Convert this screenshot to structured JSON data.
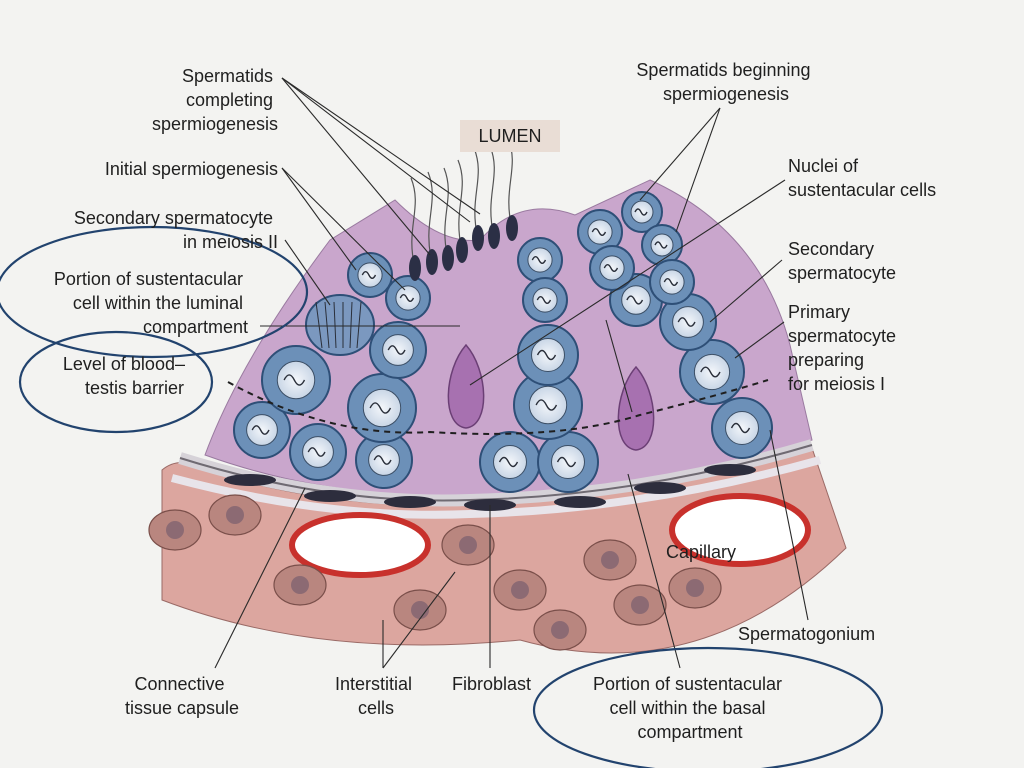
{
  "diagram": {
    "labels": {
      "lumen": "LUMEN",
      "spermatids_completing": [
        "Spermatids",
        "completing",
        "spermiogenesis"
      ],
      "spermatids_beginning": [
        "Spermatids beginning",
        "spermiogenesis"
      ],
      "initial_spermiogenesis": "Initial spermiogenesis",
      "nuclei_sustentacular": [
        "Nuclei of",
        "sustentacular cells"
      ],
      "secondary_spermatocyte_meiosis": [
        "Secondary spermatocyte",
        "in meiosis II"
      ],
      "secondary_spermatocyte": [
        "Secondary",
        "spermatocyte"
      ],
      "portion_luminal": [
        "Portion of sustentacular",
        "cell within the luminal",
        "compartment"
      ],
      "primary_spermatocyte": [
        "Primary",
        "spermatocyte",
        "preparing",
        "for meiosis I"
      ],
      "blood_testis_barrier": [
        "Level of blood–",
        "testis barrier"
      ],
      "capillary": "Capillary",
      "spermatogonium": "Spermatogonium",
      "connective_tissue": [
        "Connective",
        "tissue capsule"
      ],
      "interstitial_cells": [
        "Interstitial",
        "cells"
      ],
      "fibroblast": "Fibroblast",
      "portion_basal": [
        "Portion of sustentacular",
        "cell within the basal",
        "compartment"
      ]
    },
    "colors": {
      "background": "#f3f3f1",
      "tubule": "#c9a6cc",
      "cell_fill": "#6c90b8",
      "cell_edge": "#2e4f77",
      "nucleus": "#e6edf5",
      "connective": "#d9a79f",
      "capillary_wall": "#c8312c",
      "oval_outline": "#22436e"
    }
  }
}
